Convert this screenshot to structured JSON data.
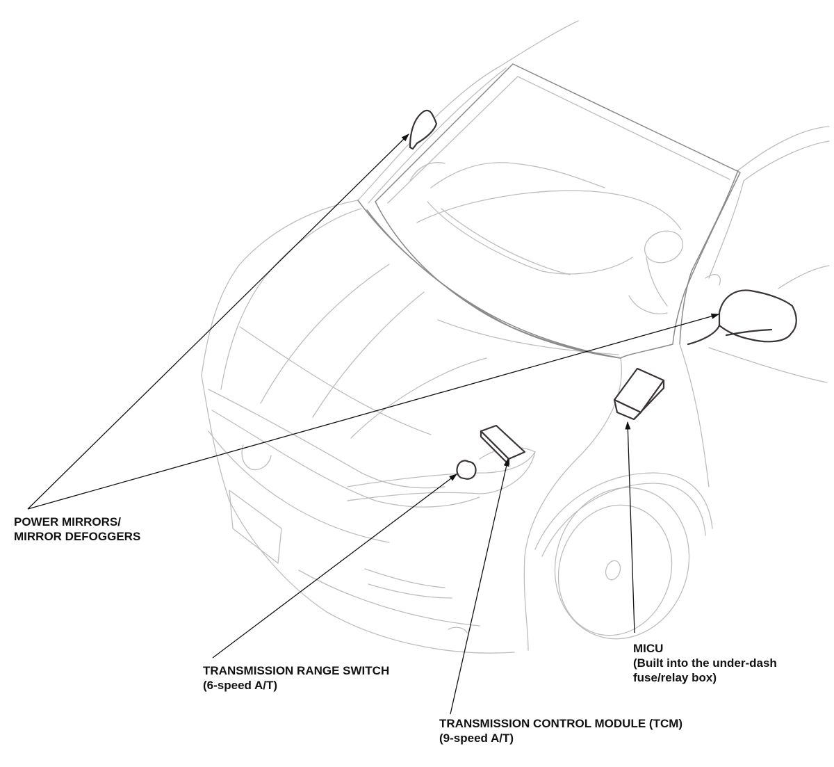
{
  "labels": {
    "power_mirrors": {
      "line1": "POWER MIRRORS/",
      "line2": "MIRROR DEFOGGERS"
    },
    "transmission_range_switch": {
      "line1": "TRANSMISSION RANGE SWITCH",
      "line2": "(6-speed A/T)"
    },
    "tcm": {
      "line1": "TRANSMISSION CONTROL MODULE (TCM)",
      "line2": "(9-speed A/T)"
    },
    "micu": {
      "line1": "MICU",
      "line2": "(Built into the under-dash",
      "line3": "fuse/relay box)"
    }
  },
  "colors": {
    "outline_light": "#bdbdbd",
    "outline_mid": "#8a8a8a",
    "component": "#3a3335",
    "leader": "#111111"
  }
}
